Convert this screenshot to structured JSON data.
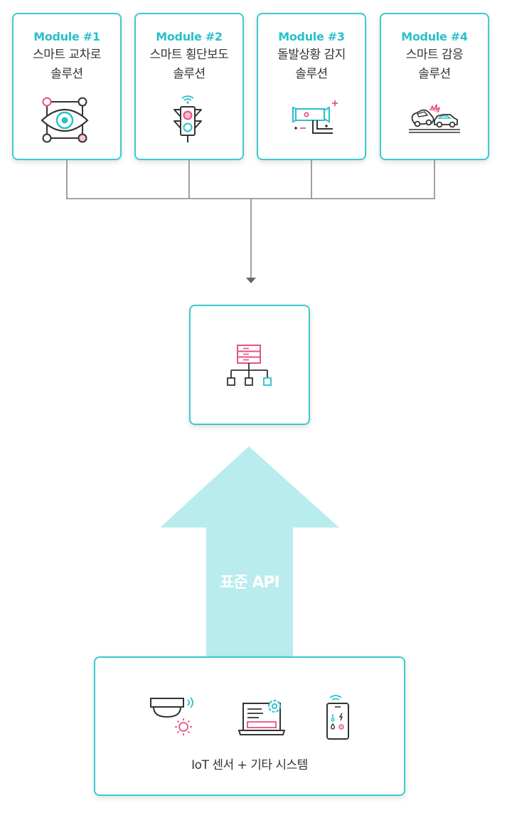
{
  "modules": [
    {
      "title": "Module #1",
      "line1": "스마트 교차로",
      "line2": "솔루션",
      "icon": "eye-tracking-icon"
    },
    {
      "title": "Module #2",
      "line1": "스마트 횡단보도",
      "line2": "솔루션",
      "icon": "traffic-light-icon"
    },
    {
      "title": "Module #3",
      "line1": "돌발상황 감지",
      "line2": "솔루션",
      "icon": "cctv-camera-icon"
    },
    {
      "title": "Module #4",
      "line1": "스마트 감응",
      "line2": "솔루션",
      "icon": "car-crash-icon"
    }
  ],
  "hub": {
    "icon": "server-network-icon"
  },
  "api": {
    "label": "표준 API"
  },
  "iot": {
    "label": "IoT 센서 + 기타 시스템",
    "icons": [
      "ceiling-sensor-icon",
      "laptop-settings-icon",
      "smartphone-sensor-icon"
    ]
  },
  "colors": {
    "accent": "#29c1c9",
    "border": "#3cc9cf",
    "pink": "#e8508a",
    "arrow": "#b9ecee",
    "line": "#888888",
    "icon_dark": "#333333"
  }
}
